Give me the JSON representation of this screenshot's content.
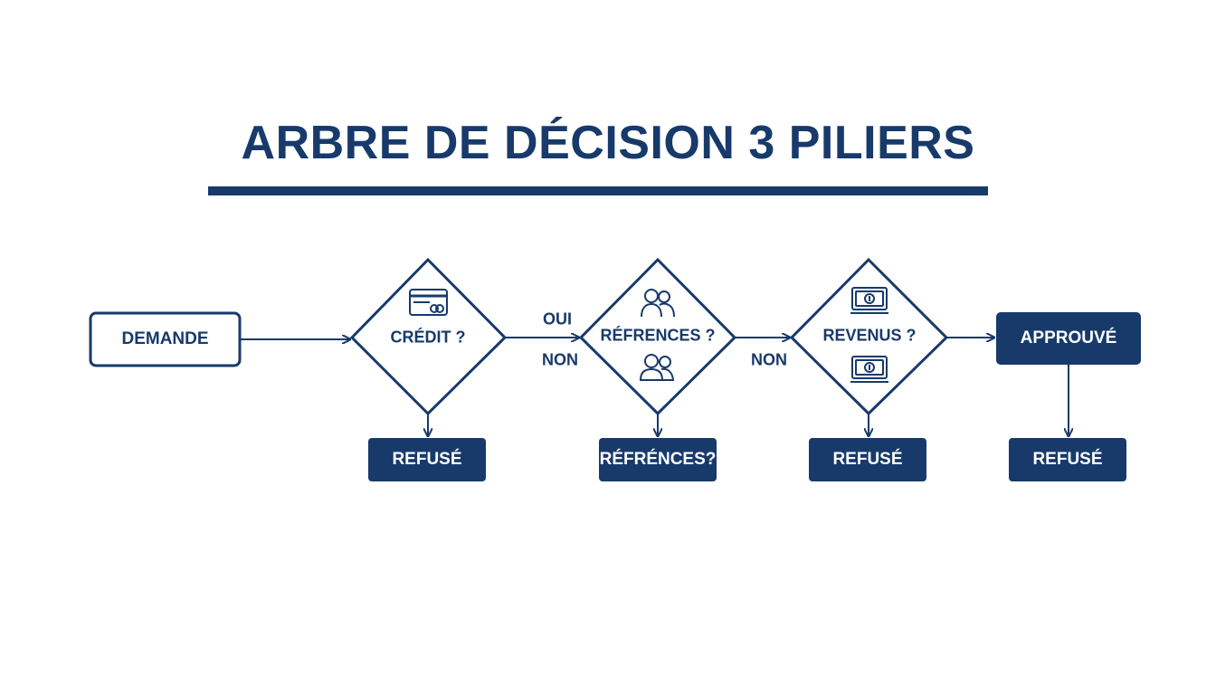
{
  "title": "ARBRE DE DÉCISION 3 PILIERS",
  "colors": {
    "primary": "#173a6b",
    "background": "#ffffff",
    "filled_text": "#ffffff"
  },
  "nodes": {
    "start": {
      "label": "DEMANDE"
    },
    "credit": {
      "label": "CRÉDIT ?",
      "icon": "credit-card-icon"
    },
    "references": {
      "label": "RÉFRENCES ?",
      "icons": [
        "users-icon",
        "users-icon"
      ]
    },
    "revenus": {
      "label": "REVENUS ?",
      "icons": [
        "money-icon",
        "money-icon"
      ]
    },
    "approved": {
      "label": "APPROUVÉ"
    },
    "refused_credit": {
      "label": "REFUSÉ"
    },
    "refused_references": {
      "label": "RÉFRÉNCES?"
    },
    "refused_revenus": {
      "label": "REFUSÉ"
    },
    "refused_approved": {
      "label": "REFUSÉ"
    }
  },
  "edge_labels": {
    "oui": "OUI",
    "non_1": "NON",
    "non_2": "NON"
  }
}
